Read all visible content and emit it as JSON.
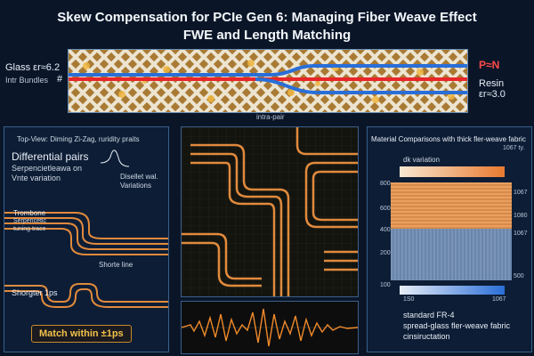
{
  "header": {
    "title_line1": "Skew Compensation for PCIe Gen 6: Managing Fiber Weave Effect",
    "title_line2": "FWE and Length Matching"
  },
  "cross_section": {
    "glass_label": "Glass εr≈6.2",
    "bundles_label": "Intr Bundles",
    "hash_label": "#",
    "pn_label": "P≈N",
    "resin_label": "Resin",
    "resin_er": "εr≈3.0",
    "intra_pair_label": "intra-pair"
  },
  "left_panel": {
    "heading": "Top-View: Diming Zi-Zag, ruridity praits",
    "diff_pairs": "Differential pairs",
    "sub1": "Serpencietleawa on",
    "sub2": "Vnte variation",
    "diselect": "Disellet wal.",
    "variations": "Variations",
    "trombone": "Trombone",
    "serpentine": "Serpencetic",
    "tuning": "tuning trace",
    "shorter_line": "Shorte line",
    "shorter_1ps": "Shorgter 1ps",
    "match_badge": "Match within ±1ps"
  },
  "right_panel": {
    "heading": "Material Comparisons with thick fler-weave fabric",
    "heading2": "1067 ty.",
    "dk_variation": "dk variation",
    "y_ticks": [
      "800",
      "600",
      "400",
      "200",
      "100"
    ],
    "r_ticks": [
      "1067",
      "1080",
      "1067",
      "500"
    ],
    "b_ticks": [
      "1S0",
      "1067"
    ],
    "standard": "standard FR-4",
    "spread": "spread-glass fler-weave fabric",
    "construction": "cinsiructation"
  },
  "colors": {
    "copper": "#e08a3c",
    "trace_red": "#e8262a",
    "trace_blue": "#2a6ed8",
    "weave": "#e8e1cf",
    "resin": "#d49a3a"
  }
}
